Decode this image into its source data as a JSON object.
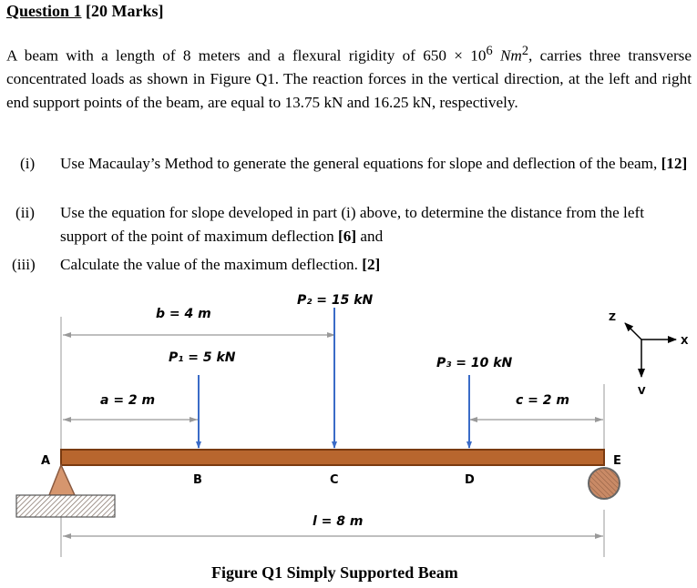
{
  "heading": {
    "label": "Question 1",
    "marks": "[20 Marks]"
  },
  "paragraph": {
    "pre_rigidity": "A beam with a length of 8 meters and a flexural rigidity of 650 × 10",
    "rigidity_exp": "6",
    "unit": "Nm",
    "unit_exp": "2",
    "post_rigidity": ", carries three transverse concentrated loads as shown in Figure Q1. The reaction forces in the vertical direction, at the left and right end support points of the beam, are equal to 13.75 kN and 16.25 kN, respectively."
  },
  "parts": [
    {
      "roman": "(i)",
      "text": "Use Macaulay’s Method to generate the general equations for slope and deflection of the beam,",
      "marks": "[12]"
    },
    {
      "roman": "(ii)",
      "text": "Use the equation for slope developed in part (i) above, to determine the distance from the left support of the point of maximum deflection",
      "marks": "[6]",
      "suffix": "and"
    },
    {
      "roman": "(iii)",
      "text": "Calculate the value of the maximum deflection.",
      "marks": "[2]"
    }
  ],
  "figure": {
    "caption": "Figure Q1 Simply Supported Beam",
    "points": [
      "A",
      "B",
      "C",
      "D",
      "E"
    ],
    "loads": {
      "p1": "P₁ = 5 kN",
      "p2": "P₂ = 15 kN",
      "p3": "P₃ = 10 kN"
    },
    "dims": {
      "a": "a = 2 m",
      "b": "b = 4 m",
      "c": "c = 2 m",
      "l": "l = 8 m"
    },
    "axes": {
      "z": "Z",
      "x": "X",
      "y": "V"
    },
    "colors": {
      "beam": "#b8662e",
      "beam_edge": "#7a3a10",
      "support": "#c98a66",
      "arrow": "#3a6bc7"
    }
  }
}
